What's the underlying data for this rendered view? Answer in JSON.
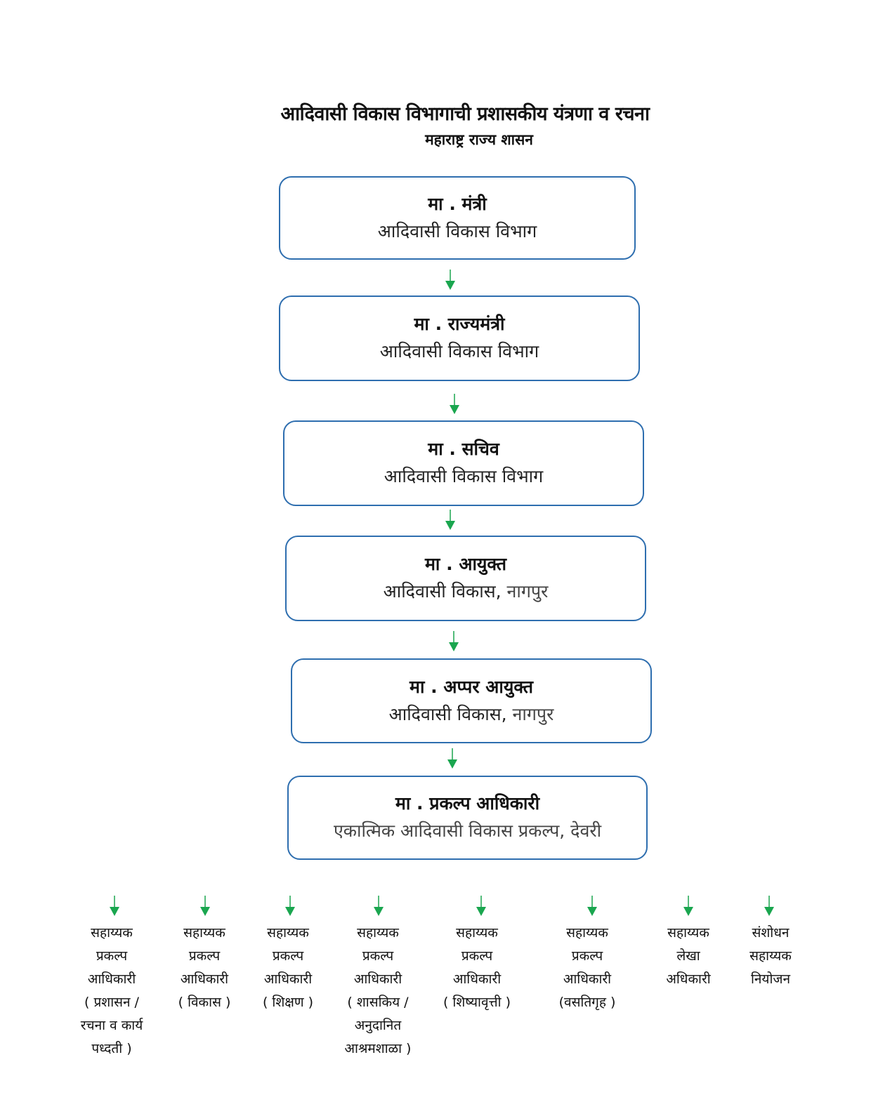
{
  "header": {
    "title": "आदिवासी विकास विभागाची प्रशासकीय यंत्रणा व रचना",
    "subtitle": "महाराष्ट्र राज्य शासन"
  },
  "colors": {
    "box_border": "#2e6eaf",
    "arrow": "#1aa64f",
    "text": "#111111"
  },
  "hierarchy": [
    {
      "role": "मा . मंत्री",
      "dept": "आदिवासी विकास विभाग",
      "place": ""
    },
    {
      "role": "मा . राज्यमंत्री",
      "dept": "आदिवासी विकास विभाग",
      "place": ""
    },
    {
      "role": "मा . सचिव",
      "dept": "आदिवासी विकास विभाग",
      "place": ""
    },
    {
      "role": "मा . आयुक्त",
      "dept": "आदिवासी विकास, ",
      "place": "नागपुर"
    },
    {
      "role": "मा . अप्पर आयुक्त",
      "dept": "आदिवासी विकास, ",
      "place": "नागपुर"
    },
    {
      "role": "मा . प्रकल्प आधिकारी",
      "dept": "एकात्मिक आदिवासी विकास प्रकल्प, देवरी",
      "place": ""
    }
  ],
  "subordinates": [
    {
      "lines": [
        "सहाय्यक",
        "प्रकल्प",
        "आधिकारी",
        "( प्रशासन /",
        "रचना व कार्य",
        "पध्दती )"
      ]
    },
    {
      "lines": [
        "सहाय्यक",
        "प्रकल्प",
        "आधिकारी",
        "( विकास )"
      ]
    },
    {
      "lines": [
        "सहाय्यक",
        "प्रकल्प",
        "आधिकारी",
        "( शिक्षण )"
      ]
    },
    {
      "lines": [
        "सहाय्यक",
        "प्रकल्प",
        "आधिकारी",
        "( शासकिय /",
        "अनुदानित",
        "आश्रमशाळा )"
      ]
    },
    {
      "lines": [
        "सहाय्यक",
        "प्रकल्प",
        "आधिकारी",
        "( शिष्यावृत्ती )"
      ]
    },
    {
      "lines": [
        "सहाय्यक",
        "प्रकल्प",
        "आधिकारी",
        "(वसतिगृह )"
      ]
    },
    {
      "lines": [
        "सहाय्यक",
        "लेखा",
        "अधिकारी"
      ]
    },
    {
      "lines": [
        "संशोधन",
        "सहाय्यक",
        "नियोजन"
      ]
    }
  ],
  "icons": {
    "arrow": "down-arrow-icon"
  }
}
